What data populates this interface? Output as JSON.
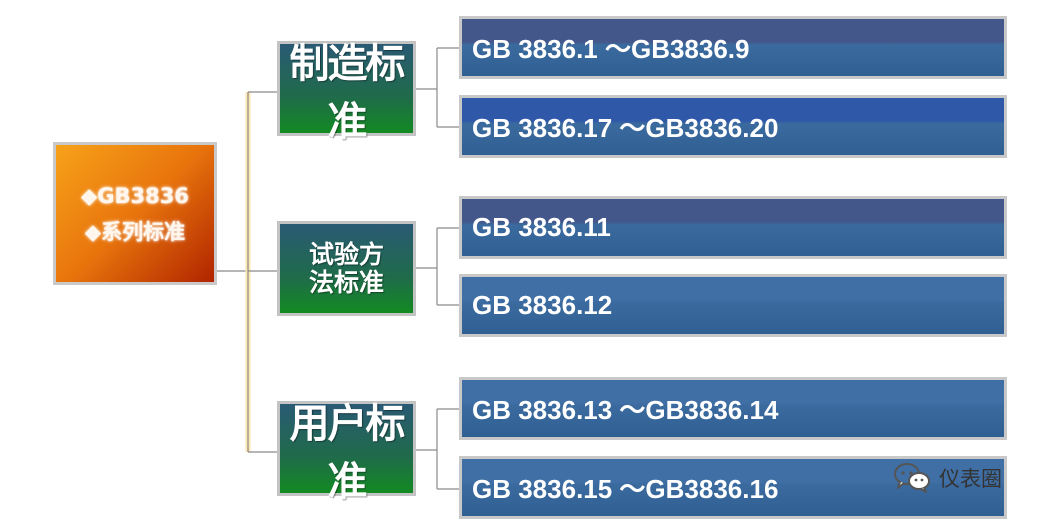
{
  "root": {
    "line1": "◆GB3836",
    "line2": "◆系列标准"
  },
  "categories": [
    {
      "label": "制造标准"
    },
    {
      "label_line1": "试验方",
      "label_line2": "法标准"
    },
    {
      "label": "用户标准"
    }
  ],
  "items": [
    "GB 3836.1 ～GB3836.9",
    "GB 3836.17 ～GB3836.20",
    "GB 3836.11",
    "GB 3836.12",
    "GB 3836.13 ～GB3836.14",
    "GB 3836.15 ～GB3836.16"
  ],
  "watermark": {
    "text": "仪表圈",
    "icon": "wechat-icon"
  },
  "colors": {
    "root_orange": "#f08a12",
    "category_teal_green": "#1f6b4a",
    "item_blue": "#2f5f93",
    "connector": "#888888"
  }
}
